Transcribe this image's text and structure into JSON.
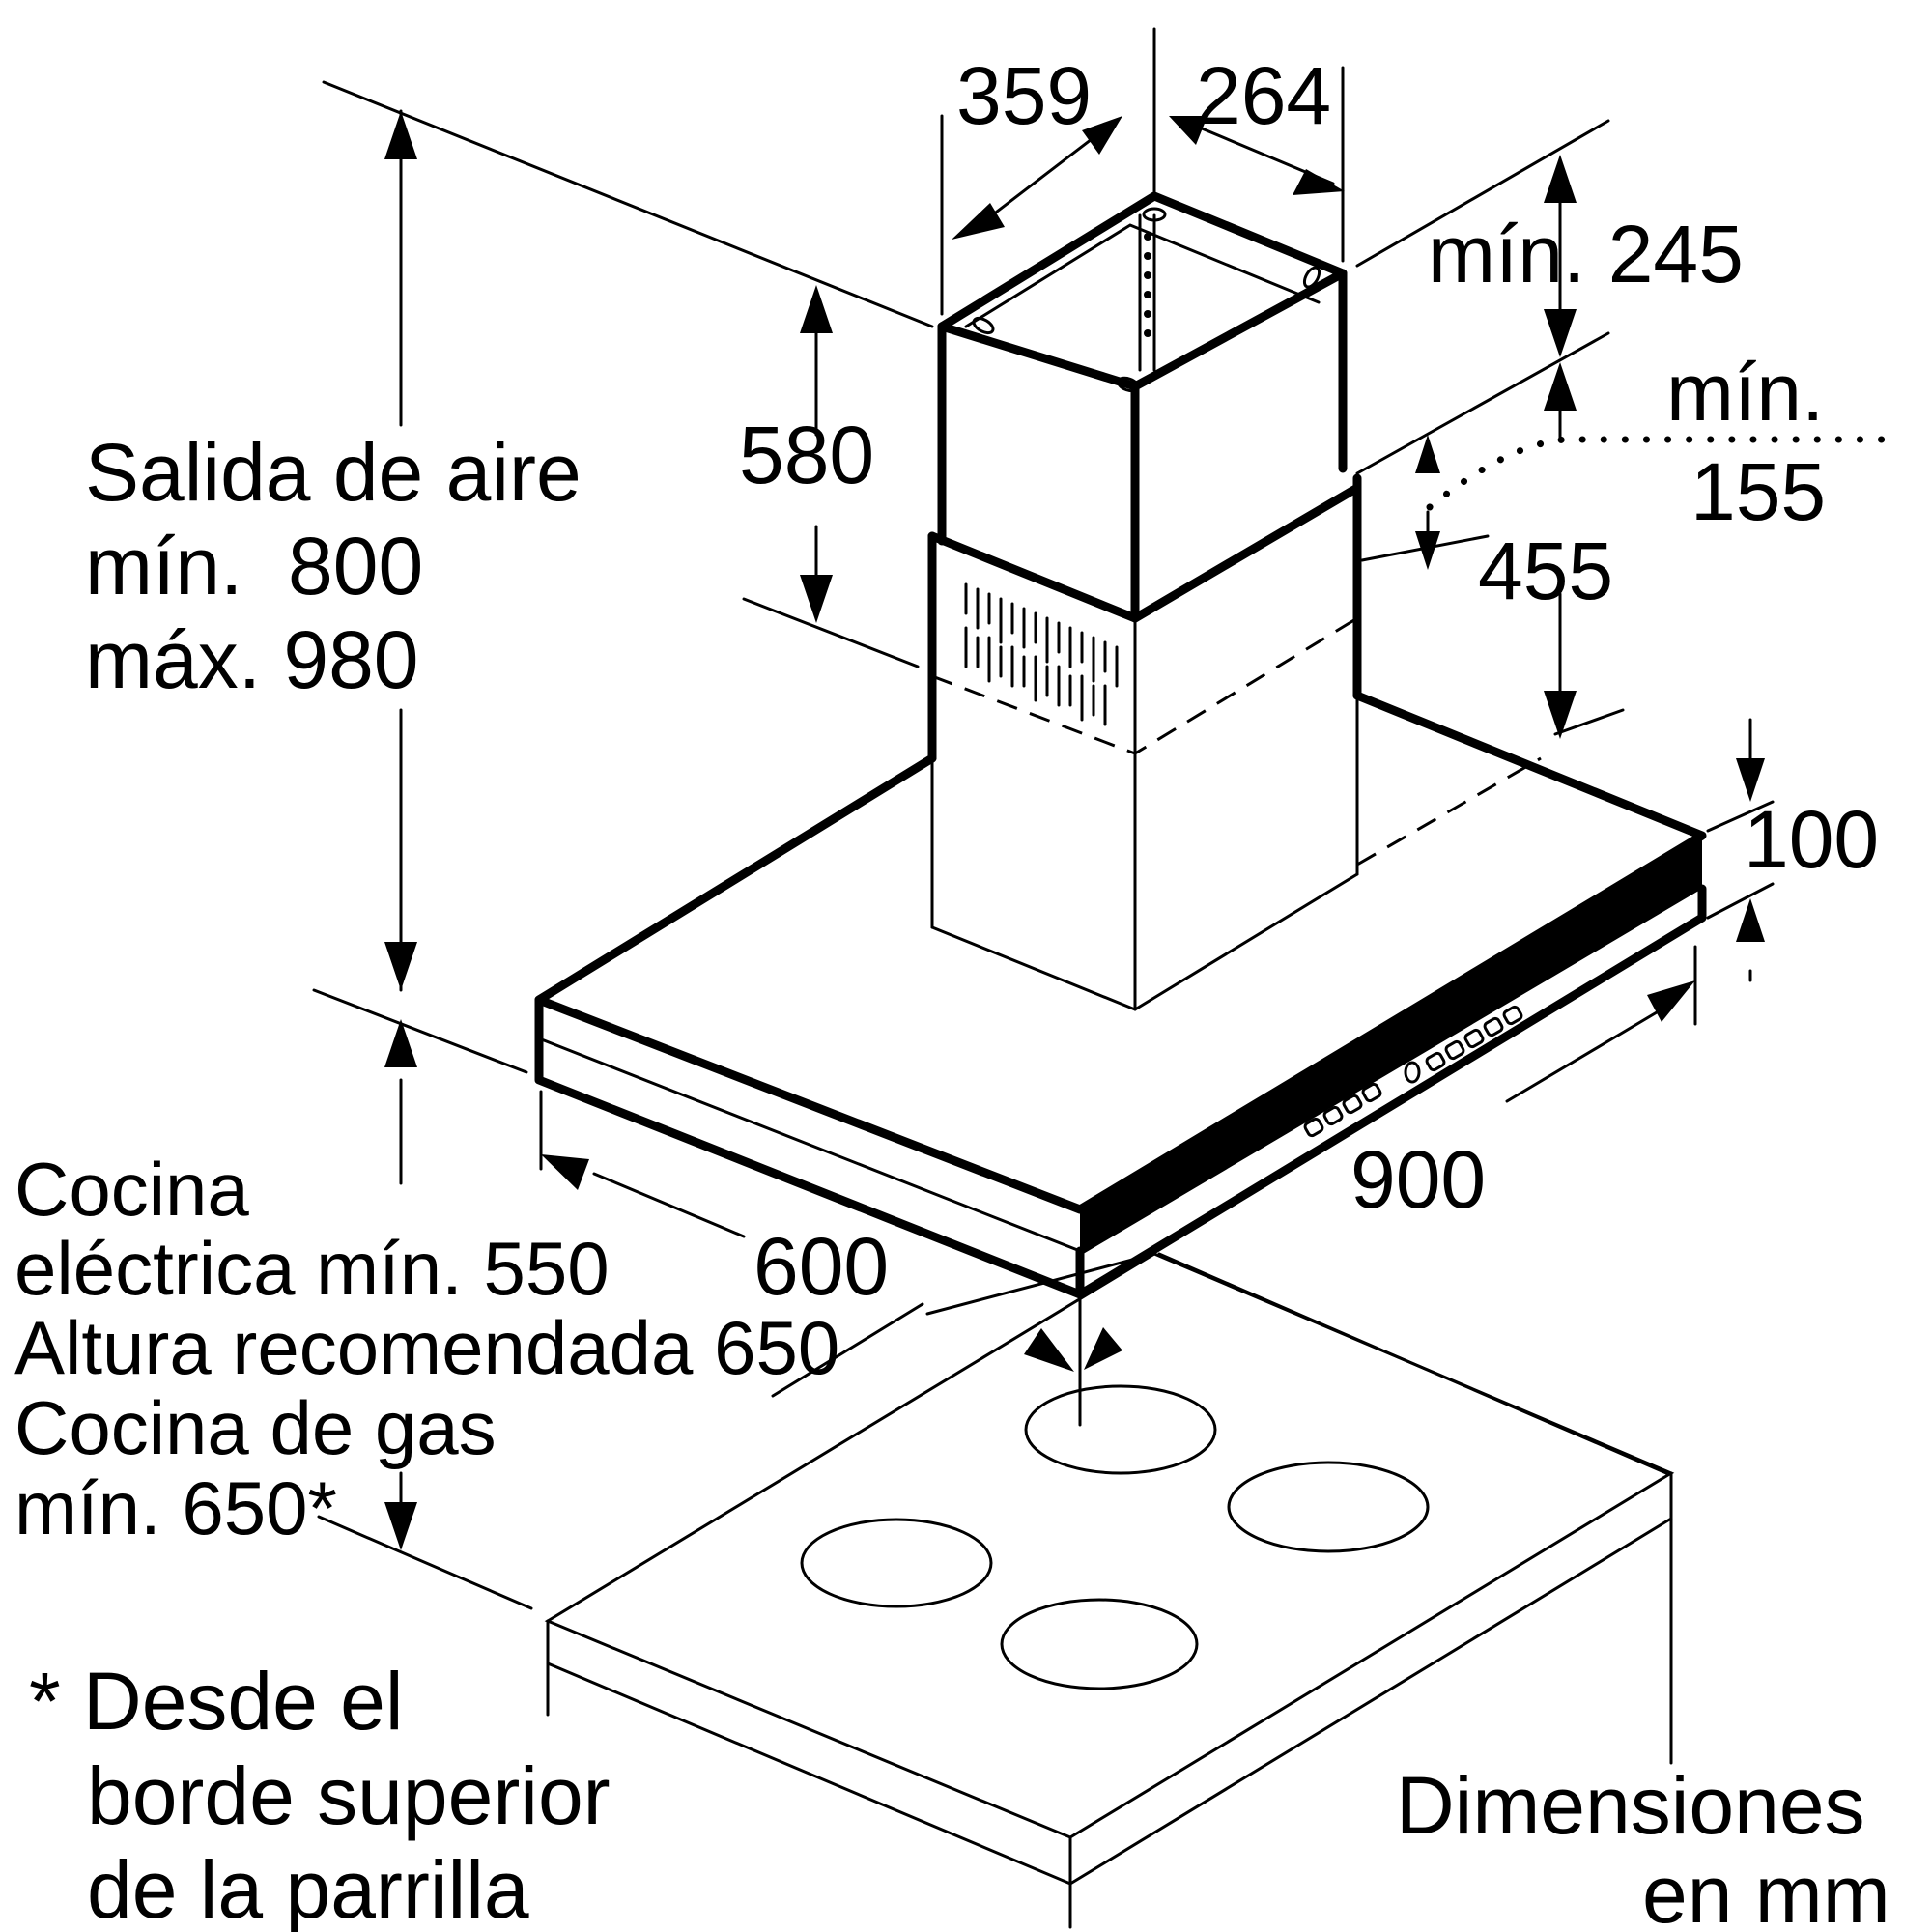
{
  "dimensions": {
    "chimney_depth": "359",
    "chimney_width": "264",
    "upper_chimney_height": "580",
    "ceiling_min": "mín. 245",
    "min_155_a": "mín.",
    "min_155_b": "155",
    "height_455": "455",
    "hood_thickness": "100",
    "hood_width": "900",
    "hood_depth": "600"
  },
  "air_outlet": {
    "line1": "Salida de aire",
    "line2": "mín.  800",
    "line3": "máx. 980"
  },
  "cooktop_note": {
    "line1": "Cocina",
    "line2": "eléctrica mín. 550",
    "line3": "Altura recomendada 650",
    "line4": "Cocina de gas",
    "line5": "mín. 650*"
  },
  "footnote": {
    "line1": "* Desde el",
    "line2": "borde superior",
    "line3": "de la parrilla"
  },
  "units": {
    "line1": "Dimensiones",
    "line2": "en mm"
  }
}
